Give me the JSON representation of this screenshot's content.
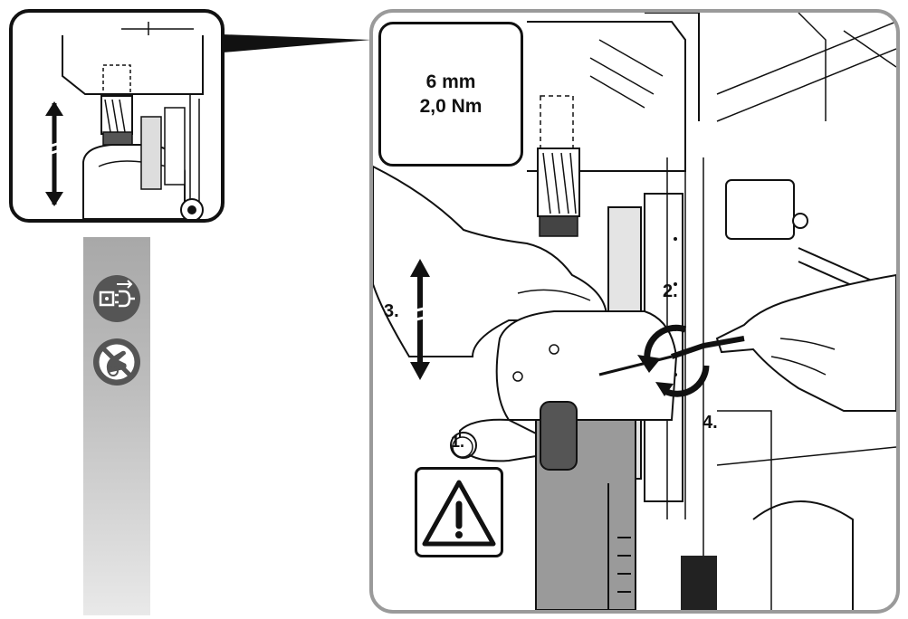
{
  "spec": {
    "line1": "6 mm",
    "line2": "2,0 Nm"
  },
  "steps": {
    "s1": "1.",
    "s2": "2.",
    "s3": "3.",
    "s4": "4."
  },
  "icons": {
    "unplug": "unplug-before-work-icon",
    "no_touch": "do-not-touch-rotating-icon",
    "warning": "warning-triangle-icon"
  },
  "colors": {
    "line": "#111111",
    "panel_border": "#9a9a9a",
    "strip": "#bdbdbd"
  }
}
